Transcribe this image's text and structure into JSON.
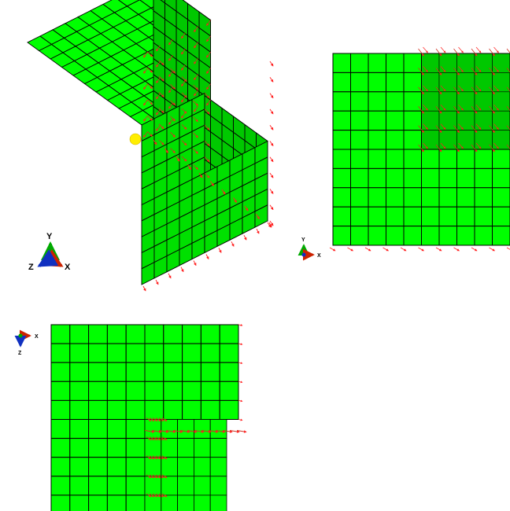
{
  "colors": {
    "mesh_fill": "#00ff00",
    "mesh_fill_dark": "#00c800",
    "mesh_fill_mid": "#00e000",
    "grid_line": "#000000",
    "arrow": "#ff2020",
    "arrow_dense": "#d03020",
    "highlight": "#ffee00",
    "axis_x": "#cc2200",
    "axis_y": "#00aa00",
    "axis_z": "#1030c0"
  },
  "views": {
    "iso": {
      "name": "isometric-view",
      "axes": {
        "x": "X",
        "y": "Y",
        "z": "Z"
      }
    },
    "front": {
      "name": "front-view-xy",
      "axes": {
        "x": "X",
        "y": "Y"
      }
    },
    "top": {
      "name": "top-view-xz",
      "axes": {
        "x": "X",
        "z": "Z"
      }
    }
  },
  "mesh": {
    "divisions": 10,
    "notch_divisions": 5
  },
  "icons": [
    "coordinate-triad-icon",
    "selection-point-icon",
    "load-arrow-icon"
  ]
}
